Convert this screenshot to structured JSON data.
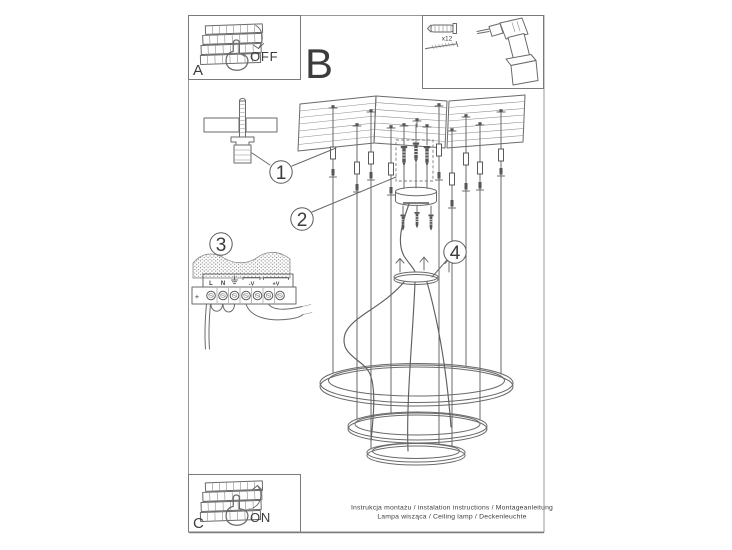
{
  "document": {
    "footer_line1": "Instrukcja montażu / instalation instructions / Montageanleitung",
    "footer_line2": "Lampa wisząca / Ceiling lamp / Deckenleuchte"
  },
  "sections": {
    "a": {
      "label": "A",
      "state": "OFF"
    },
    "b": {
      "label": "B"
    },
    "c": {
      "label": "C",
      "state": "ON"
    }
  },
  "hardware": {
    "anchor_count": "x12"
  },
  "callouts": {
    "c1": "1",
    "c2": "2",
    "c3": "3",
    "c4": "4"
  },
  "terminal": {
    "plus": "+",
    "live": "L",
    "neutral": "N",
    "earth_icon": "earth-ground",
    "negative": "-V",
    "positive": "+V"
  },
  "colors": {
    "ink": "#3f3f3f",
    "line": "#6a6a6a",
    "border": "#979797",
    "paper": "#ffffff"
  }
}
